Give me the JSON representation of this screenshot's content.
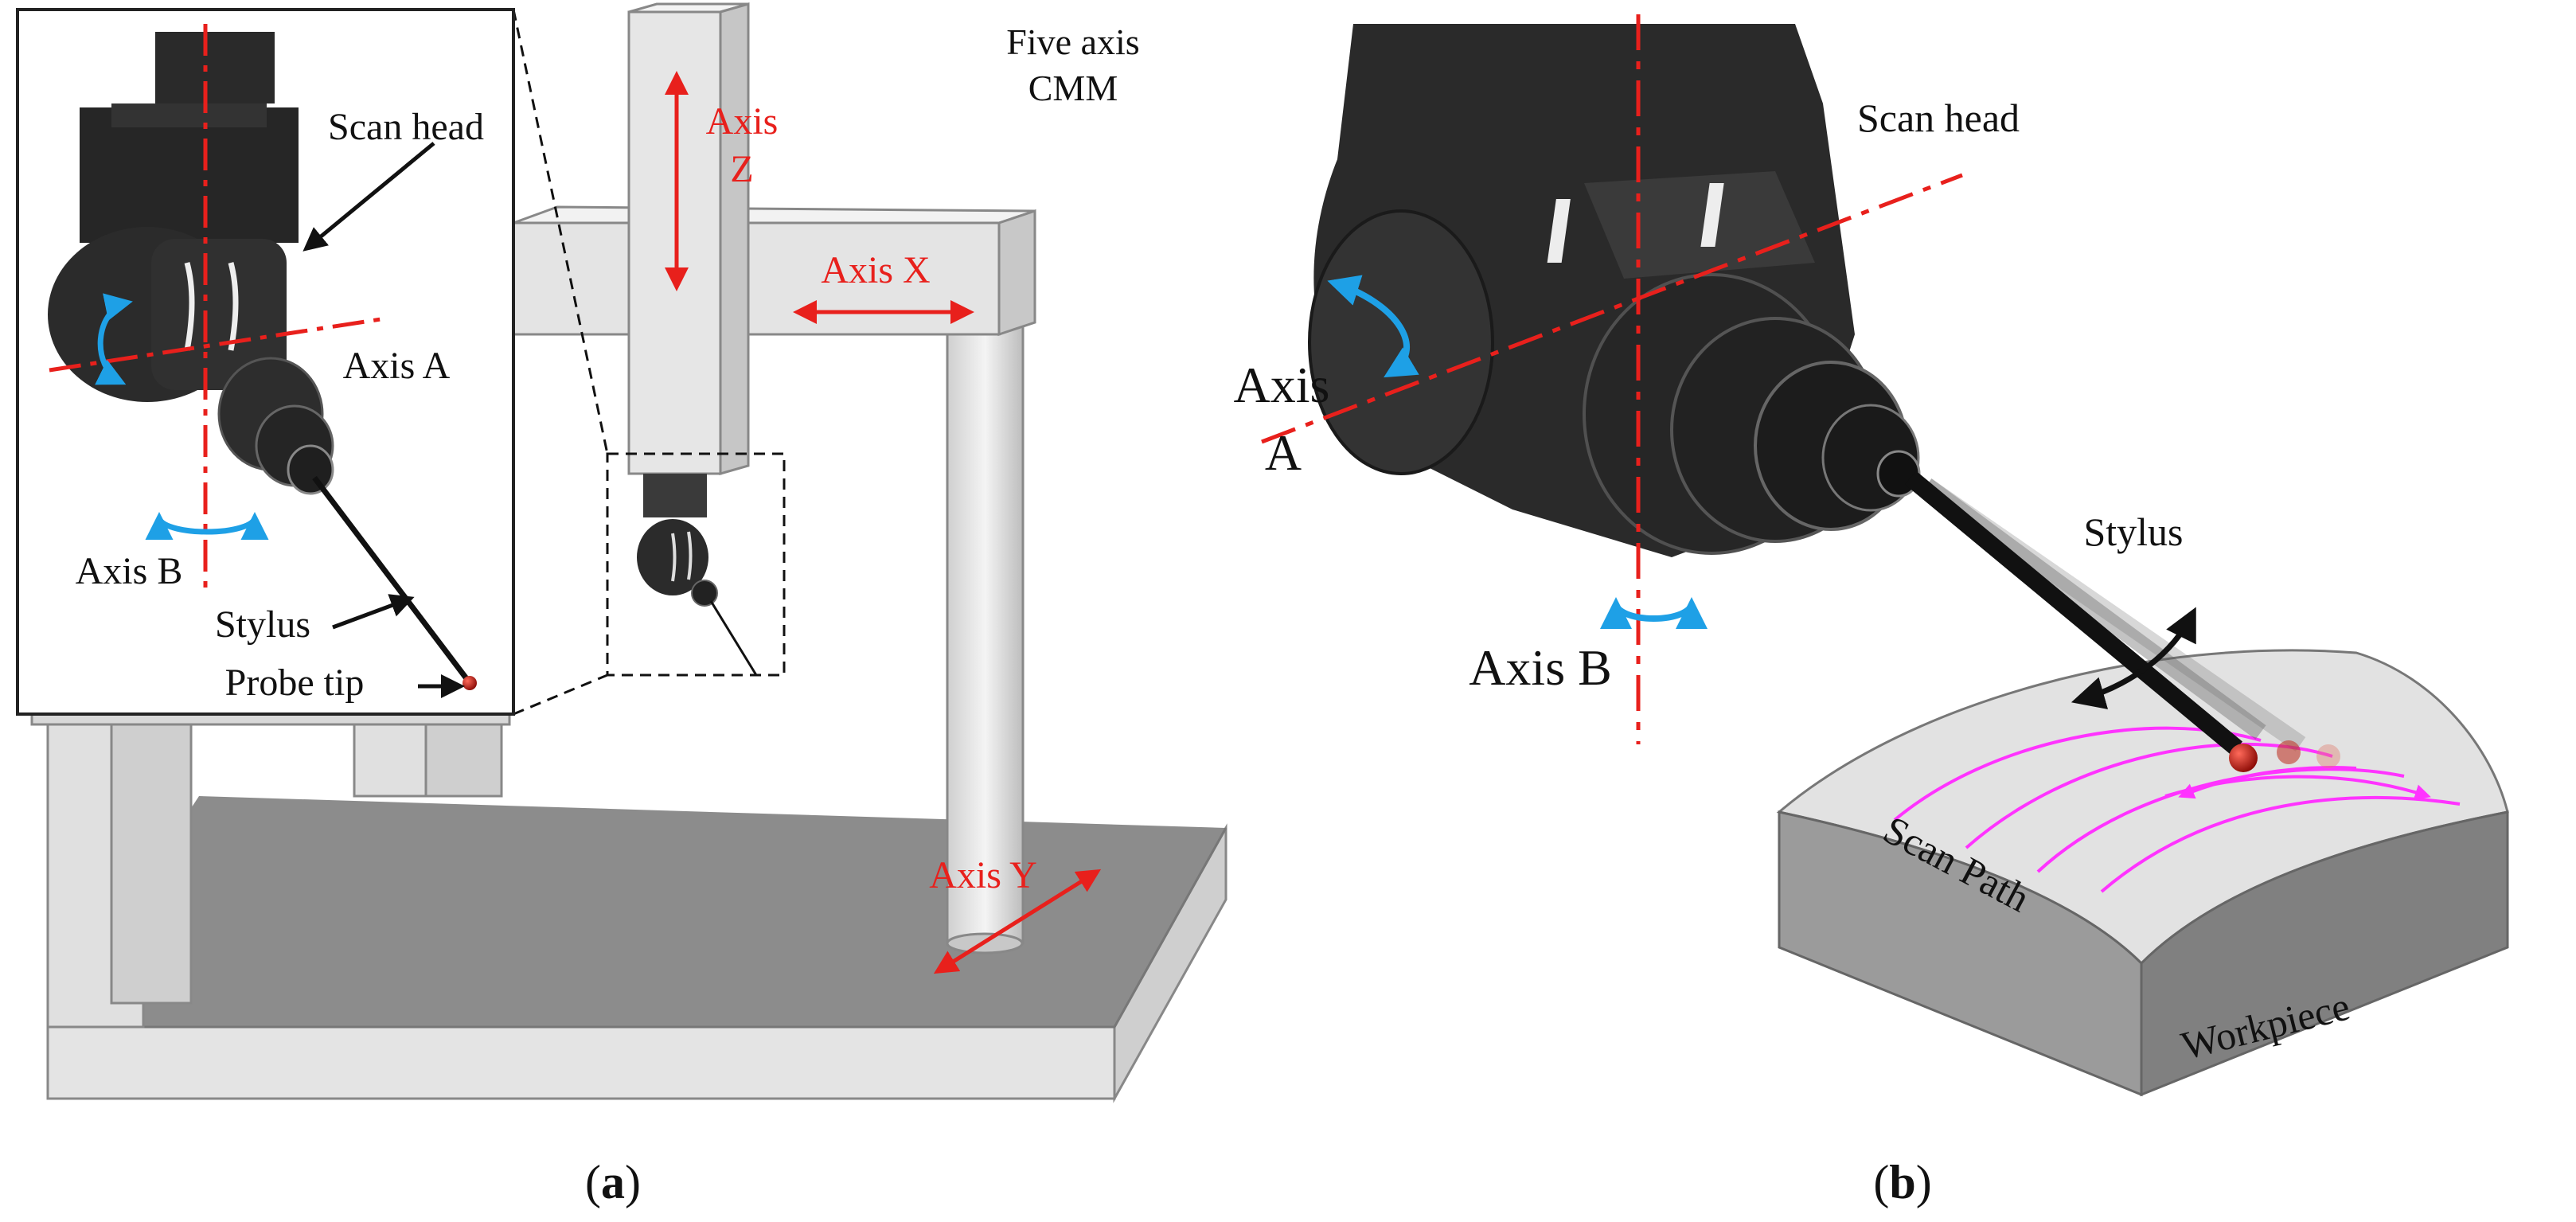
{
  "panel_a": {
    "caption_open": "(",
    "caption_letter": "a",
    "caption_close": ")",
    "title_line1": "Five axis",
    "title_line2": "CMM",
    "axis_z_line1": "Axis",
    "axis_z_line2": "Z",
    "axis_x": "Axis X",
    "axis_y": "Axis Y",
    "inset": {
      "scan_head": "Scan head",
      "axis_a": "Axis A",
      "axis_b": "Axis B",
      "stylus": "Stylus",
      "probe_tip": "Probe tip"
    }
  },
  "panel_b": {
    "caption_open": "(",
    "caption_letter": "b",
    "caption_close": ")",
    "scan_head": "Scan head",
    "axis_a_line1": "Axis",
    "axis_a_line2": "A",
    "axis_b": "Axis B",
    "stylus": "Stylus",
    "scan_path": "Scan Path",
    "workpiece": "Workpiece"
  },
  "colors": {
    "axis_red": "#e8201c",
    "rotation_blue": "#1ea0e6",
    "scan_path_magenta": "#ff33ff",
    "structure_light": "#dedede",
    "structure_mid": "#c4c4c4",
    "table_top": "#8c8c8c",
    "head_dark": "#262626"
  }
}
